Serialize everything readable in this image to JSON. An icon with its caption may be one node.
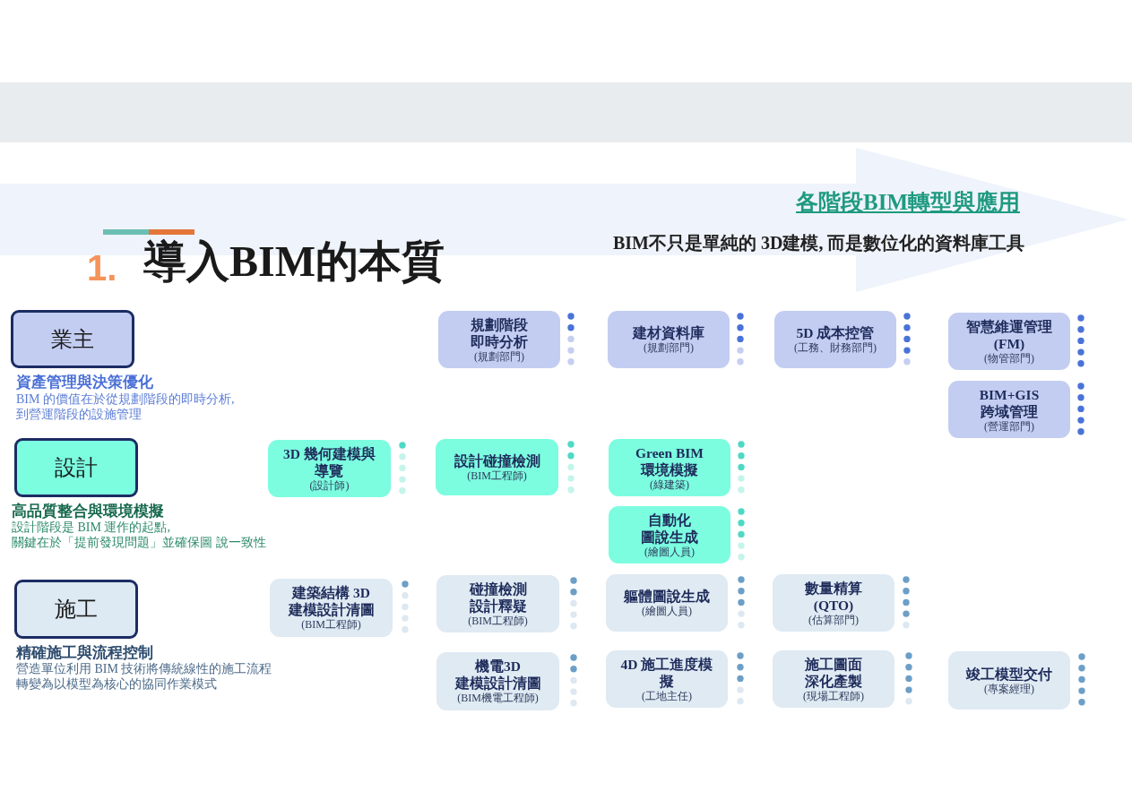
{
  "diagram": {
    "title": "導入BIM的本質",
    "nodes": [
      {
        "text": [
          "業主"
        ],
        "beside": [
          "資產管理與決策優化",
          "BIM 的價值在於從規劃階段的即時分析,到營運階段的設施管理"
        ]
      },
      {
        "text": [
          "規劃階段即時分析",
          "(規劃部門)"
        ]
      },
      {
        "text": [
          "建材資料庫",
          "(規劃部門)"
        ]
      },
      {
        "text": [
          "5D 成本控管",
          "(工務、財務部門)"
        ]
      },
      {
        "text": [
          "智慧維運管理(FM)",
          "(物管部門)"
        ]
      },
      {
        "text": [
          "BIM+GIS跨域管理",
          "(營運部門)"
        ]
      },
      {
        "text": [
          "設計"
        ],
        "beside": [
          "高品質整合與環境模擬",
          "設計階段是 BIM 運作的起點,關鍵在於「提前發現問題」並確保圖 說一致性"
        ]
      },
      {
        "text": [
          "3D 幾何建模與導覽",
          "(設計師)"
        ]
      },
      {
        "text": [
          "設計碰撞檢測",
          "(BIM工程師)"
        ]
      },
      {
        "text": [
          "Green BIM環境模擬",
          "(綠建築)"
        ]
      },
      {
        "text": [
          "自動化圖說生成",
          "(繪圖人員)"
        ]
      },
      {
        "text": [
          "施工"
        ],
        "beside": [
          "精確施工與流程控制",
          "營造單位利用 BIM 技術將傳統線性的施工流程轉變為以模型為核心的協同作業模式"
        ]
      },
      {
        "text": [
          "建築結構 3D建模設計清圖",
          "(BIM工程師)"
        ]
      },
      {
        "text": [
          "碰撞檢測設計釋疑",
          "(BIM工程師)"
        ]
      },
      {
        "text": [
          "軀體圖說生成",
          "(繪圖人員)"
        ]
      },
      {
        "text": [
          "數量精算(QTO)",
          "(估算部門)"
        ]
      },
      {
        "text": [
          "機電3D建模設計清圖",
          "(BIM機電工程師)"
        ]
      },
      {
        "text": [
          "4D 施工進度模擬",
          "(工地主任)"
        ]
      },
      {
        "text": [
          "施工圖面深化產製",
          "(現場工程師)"
        ]
      },
      {
        "text": [
          "竣工模型交付",
          "(專案經理)"
        ]
      }
    ],
    "labels": [
      "1.",
      "各階段BIM轉型與應用",
      "BIM不只是單純的 3D建模, 而是數位化的資料庫工具"
    ]
  }
}
